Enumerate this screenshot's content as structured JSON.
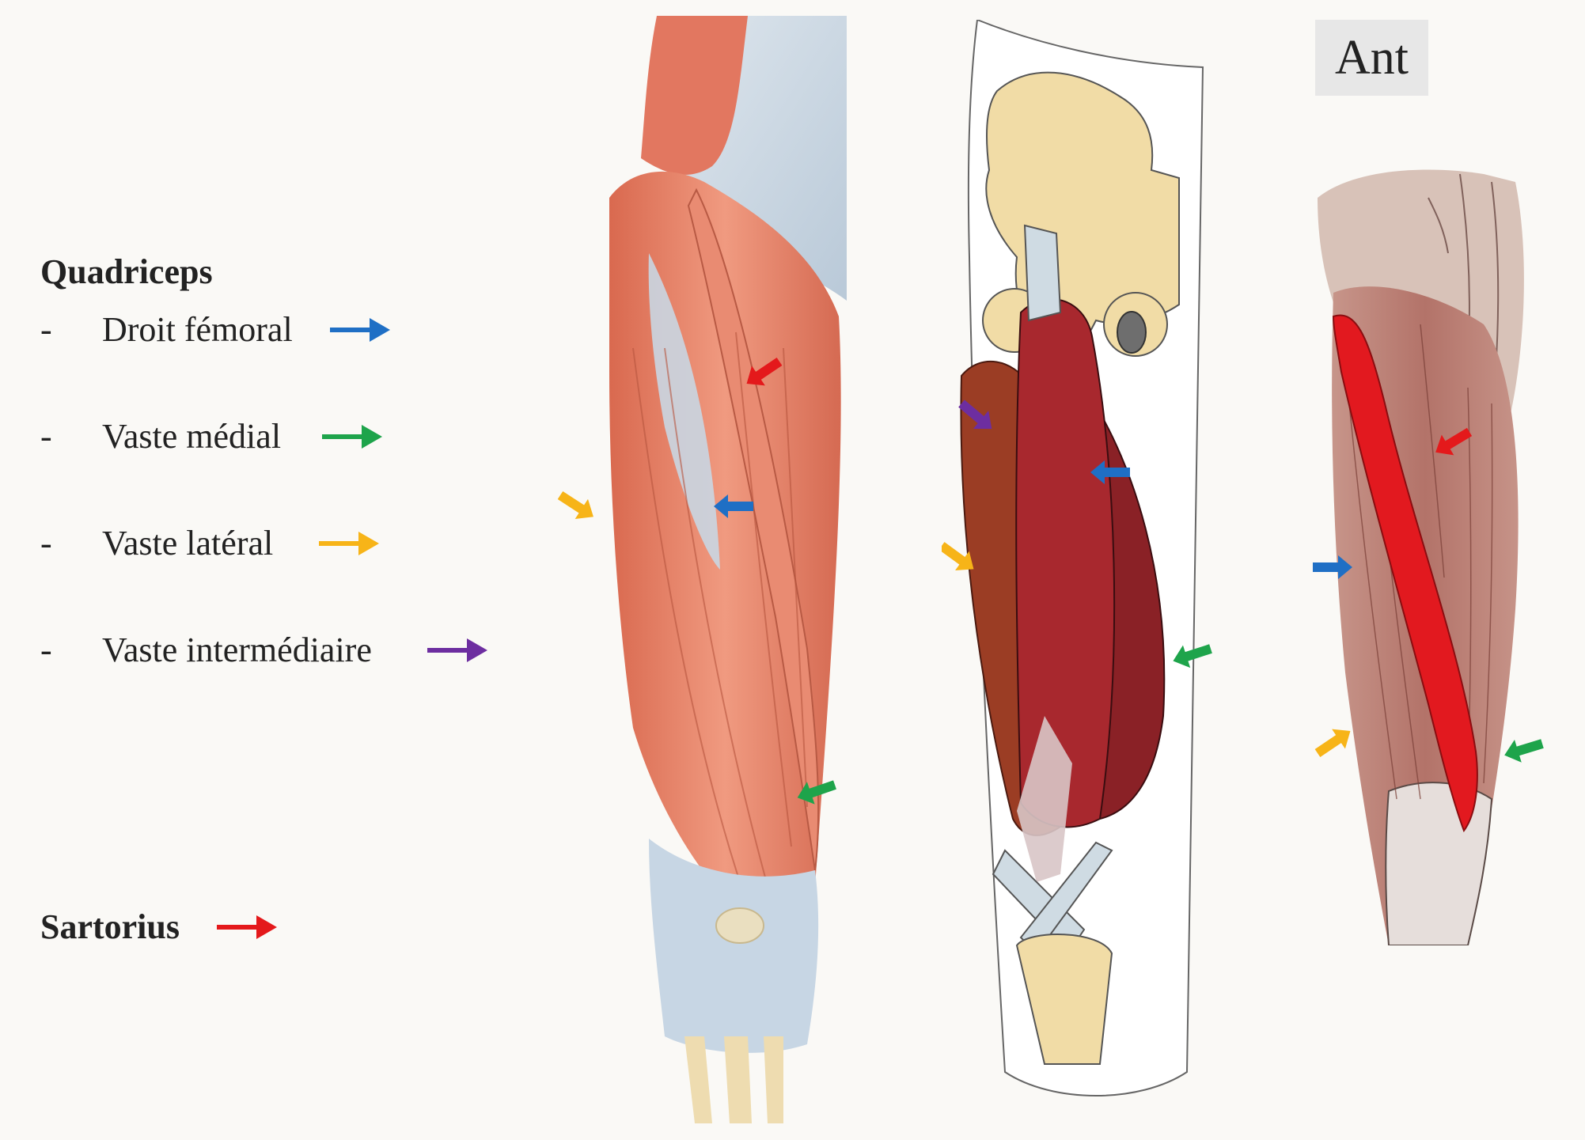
{
  "legend": {
    "heading": "Quadriceps",
    "items": [
      {
        "dash": "-",
        "label": "Droit fémoral",
        "arrow_color": "#1f6fc5"
      },
      {
        "dash": "-",
        "label": "Vaste médial",
        "arrow_color": "#1ea44b"
      },
      {
        "dash": "-",
        "label": "Vaste latéral",
        "arrow_color": "#f7b418"
      },
      {
        "dash": "-",
        "label": "Vaste intermédiaire",
        "arrow_color": "#6d2ea0"
      }
    ],
    "sartorius": {
      "label": "Sartorius",
      "arrow_color": "#e4191b"
    }
  },
  "figures": {
    "ant_label": "Ant"
  },
  "colors": {
    "background": "#faf9f6",
    "muscle_light": "#e8856a",
    "muscle_dark": "#a8282e",
    "tendon": "#cfdbe6",
    "bone": "#f2dca2"
  }
}
